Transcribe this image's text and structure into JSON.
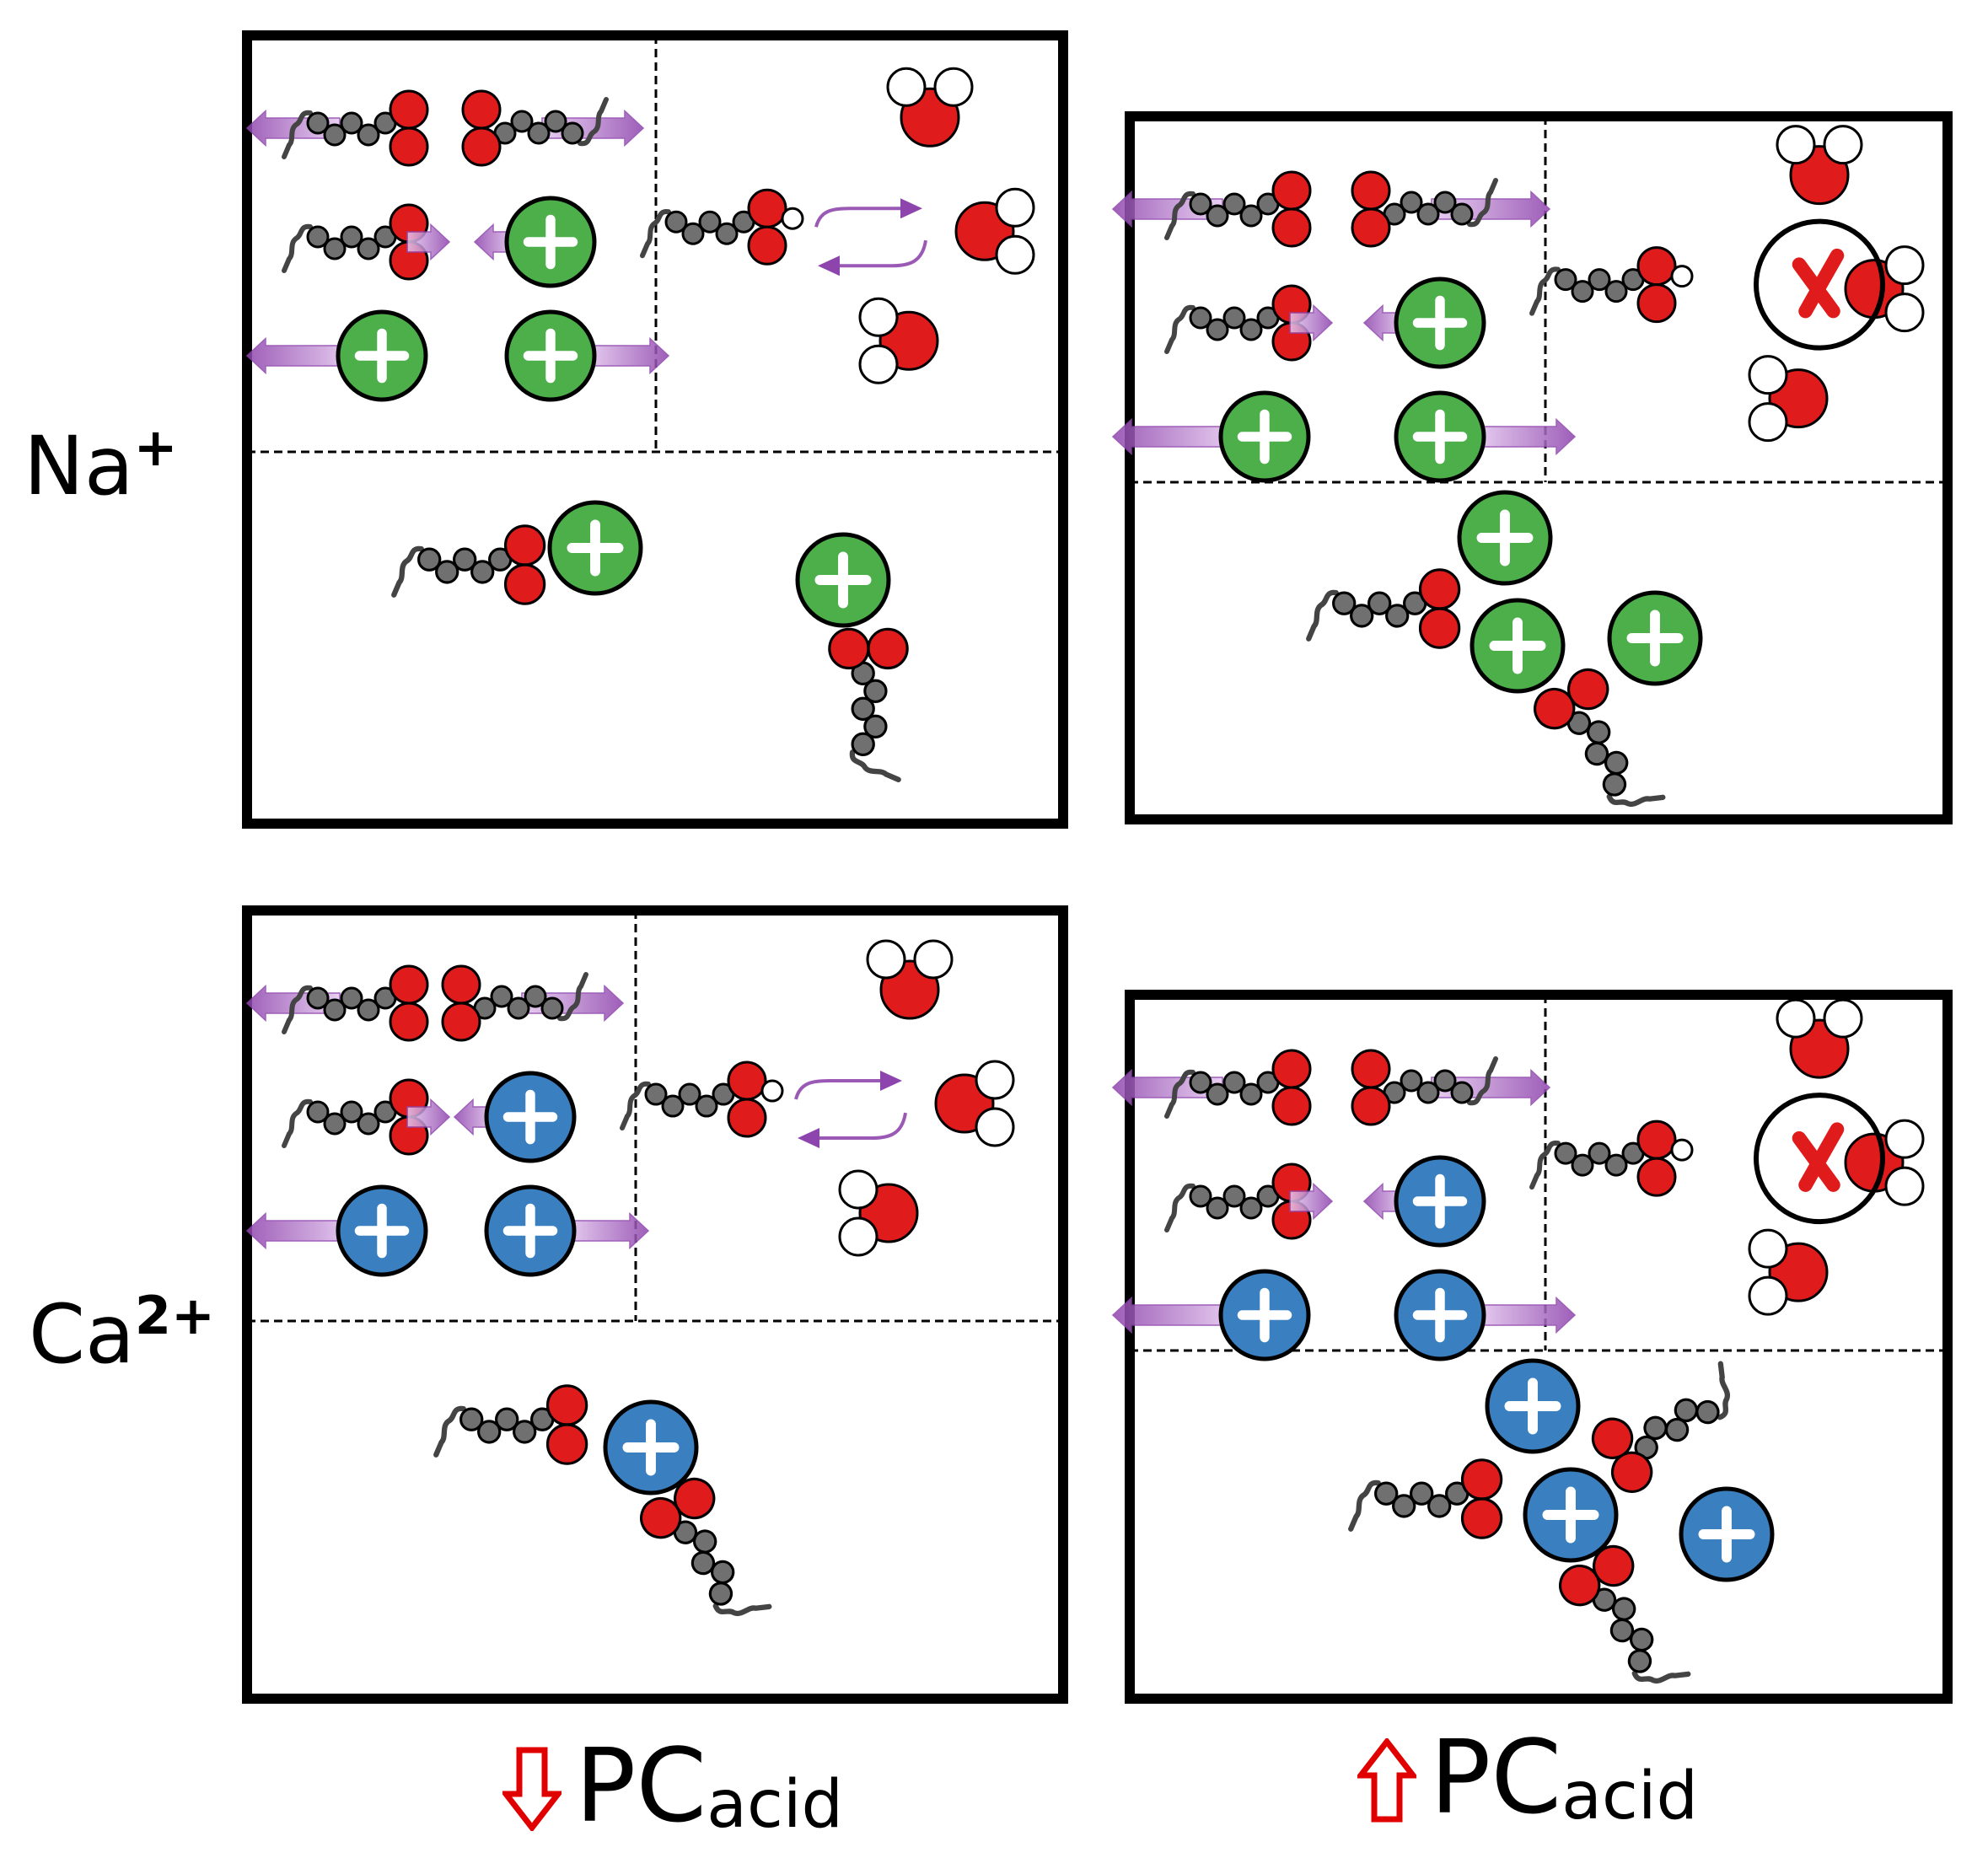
{
  "row_labels": {
    "na": {
      "symbol": "Na",
      "charge": "+"
    },
    "ca": {
      "symbol": "Ca",
      "charge": "2+"
    }
  },
  "column_labels": {
    "low": {
      "direction": "decrease",
      "main": "PC",
      "subscript": "acid"
    },
    "high": {
      "direction": "increase",
      "main": "PC",
      "subscript": "acid"
    }
  },
  "colors": {
    "sodium_ion": "#4caf4a",
    "calcium_ion": "#3a7fbf",
    "oxygen": "#e01b1b",
    "hydrogen": "#ffffff",
    "carbon": "#707070",
    "arrow": "#9b59b6",
    "label_arrow": "#e00000"
  }
}
